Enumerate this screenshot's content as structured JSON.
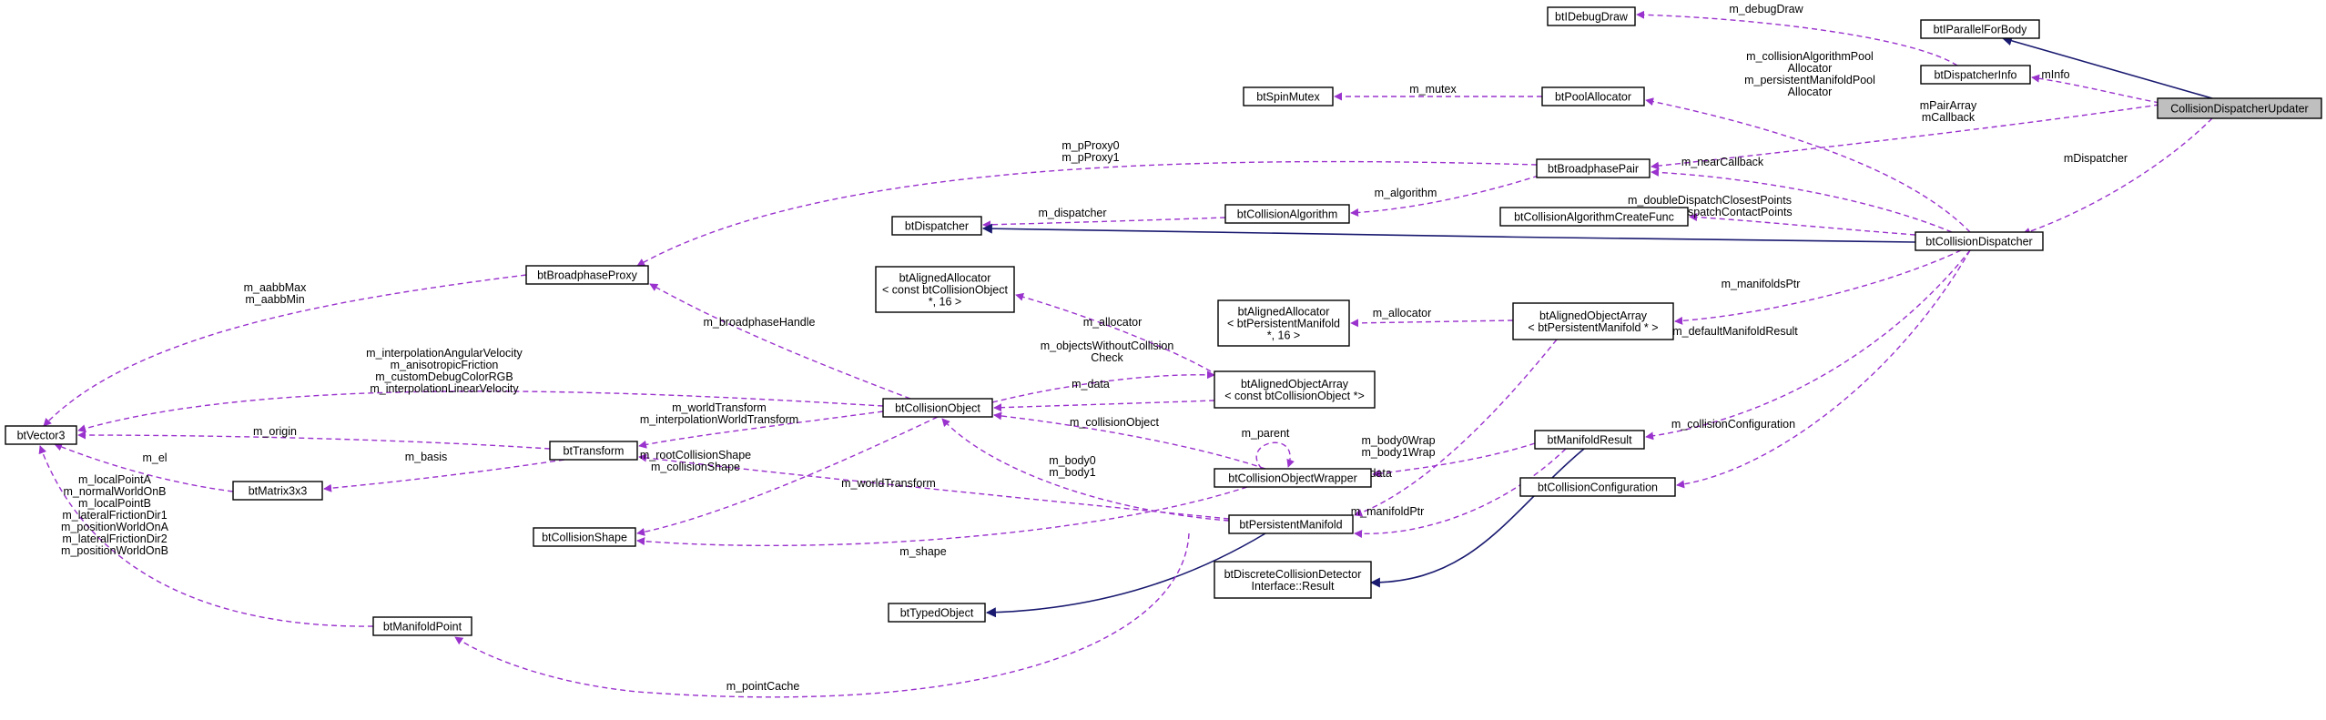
{
  "colors": {
    "association": "#9a32cd",
    "inheritance": "#191970",
    "highlight_fill": "#bfbfbf"
  },
  "nodes": {
    "updater": [
      "CollisionDispatcherUpdater"
    ],
    "parallel": [
      "btIParallelForBody"
    ],
    "debugdraw": [
      "btIDebugDraw"
    ],
    "dispinfo": [
      "btDispatcherInfo"
    ],
    "spinmutex": [
      "btSpinMutex"
    ],
    "poolalloc": [
      "btPoolAllocator"
    ],
    "bpair": [
      "btBroadphasePair"
    ],
    "dispatcher": [
      "btDispatcher"
    ],
    "calgo": [
      "btCollisionAlgorithm"
    ],
    "cacf": [
      "btCollisionAlgorithmCreateFunc"
    ],
    "cdisp": [
      "btCollisionDispatcher"
    ],
    "bproxy": [
      "btBroadphaseProxy"
    ],
    "alignalloc1": [
      "btAlignedAllocator",
      "< const btCollisionObject",
      "*, 16 >"
    ],
    "alignalloc2": [
      "btAlignedAllocator",
      "< btPersistentManifold",
      "*, 16 >"
    ],
    "aoa_pm": [
      "btAlignedObjectArray",
      "< btPersistentManifold * >"
    ],
    "vector3": [
      "btVector3"
    ],
    "cobj": [
      "btCollisionObject"
    ],
    "aoa_co": [
      "btAlignedObjectArray",
      "< const btCollisionObject *>"
    ],
    "transform": [
      "btTransform"
    ],
    "matrix": [
      "btMatrix3x3"
    ],
    "manres": [
      "btManifoldResult"
    ],
    "cobjwrap": [
      "btCollisionObjectWrapper"
    ],
    "cconfig": [
      "btCollisionConfiguration"
    ],
    "pmanifold": [
      "btPersistentManifold"
    ],
    "cshape": [
      "btCollisionShape"
    ],
    "dcdi": [
      "btDiscreteCollisionDetector",
      "Interface::Result"
    ],
    "typed": [
      "btTypedObject"
    ],
    "mpoint": [
      "btManifoldPoint"
    ]
  },
  "edge_labels": {
    "e_inherit_parallel": [],
    "e_minfo": [
      "mInfo"
    ],
    "e_mdispatcher": [
      "mDispatcher"
    ],
    "e_mpair": [
      "mPairArray",
      "mCallback"
    ],
    "e_debugdraw": [
      "m_debugDraw"
    ],
    "e_mutex": [
      "m_mutex"
    ],
    "e_poolalloc": [
      "m_collisionAlgorithmPool",
      "Allocator",
      "m_persistentManifoldPool",
      "Allocator"
    ],
    "e_nearcb": [
      "m_nearCallback"
    ],
    "e_algorithm": [
      "m_algorithm"
    ],
    "e_calgo_disp": [
      "m_dispatcher"
    ],
    "e_inherit_cdisp": [],
    "e_cacf": [
      "m_doubleDispatchClosestPoints",
      "m_doubleDispatchContactPoints"
    ],
    "e_pproxy": [
      "m_pProxy0",
      "m_pProxy1"
    ],
    "e_aabb": [
      "m_aabbMax",
      "m_aabbMin"
    ],
    "e_bphandle": [
      "m_broadphaseHandle"
    ],
    "e_allocator1": [
      "m_allocator"
    ],
    "e_objnocheck": [
      "m_objectsWithoutCollision",
      "Check"
    ],
    "e_data_co": [
      "m_data"
    ],
    "e_manptr": [
      "m_manifoldsPtr"
    ],
    "e_allocator2": [
      "m_allocator"
    ],
    "e_defres": [
      "m_defaultManifoldResult"
    ],
    "e_interp": [
      "m_interpolationAngularVelocity",
      "m_anisotropicFriction",
      "m_customDebugColorRGB",
      "m_interpolationLinearVelocity"
    ],
    "e_worldtf": [
      "m_worldTransform",
      "m_interpolationWorldTransform"
    ],
    "e_origin": [
      "m_origin"
    ],
    "e_el": [
      "m_el"
    ],
    "e_basis": [
      "m_basis"
    ],
    "e_cobjref": [
      "m_collisionObject"
    ],
    "e_parent": [
      "m_parent"
    ],
    "e_bodywrap": [
      "m_body0Wrap",
      "m_body1Wrap"
    ],
    "e_cconfig": [
      "m_collisionConfiguration"
    ],
    "e_rootshape": [
      "m_rootCollisionShape",
      "m_collisionShape"
    ],
    "e_worldtf2": [
      "m_worldTransform"
    ],
    "e_body": [
      "m_body0",
      "m_body1"
    ],
    "e_data_pm": [
      "m_data"
    ],
    "e_manptr2": [
      "m_manifoldPtr"
    ],
    "e_inherit_dcdi": [],
    "e_shape": [
      "m_shape"
    ],
    "e_inherit_typed": [],
    "e_points": [
      "m_localPointA",
      "m_normalWorldOnB",
      "m_localPointB",
      "m_lateralFrictionDir1",
      "m_positionWorldOnA",
      "m_lateralFrictionDir2",
      "m_positionWorldOnB"
    ],
    "e_pointcache": [
      "m_pointCache"
    ]
  }
}
